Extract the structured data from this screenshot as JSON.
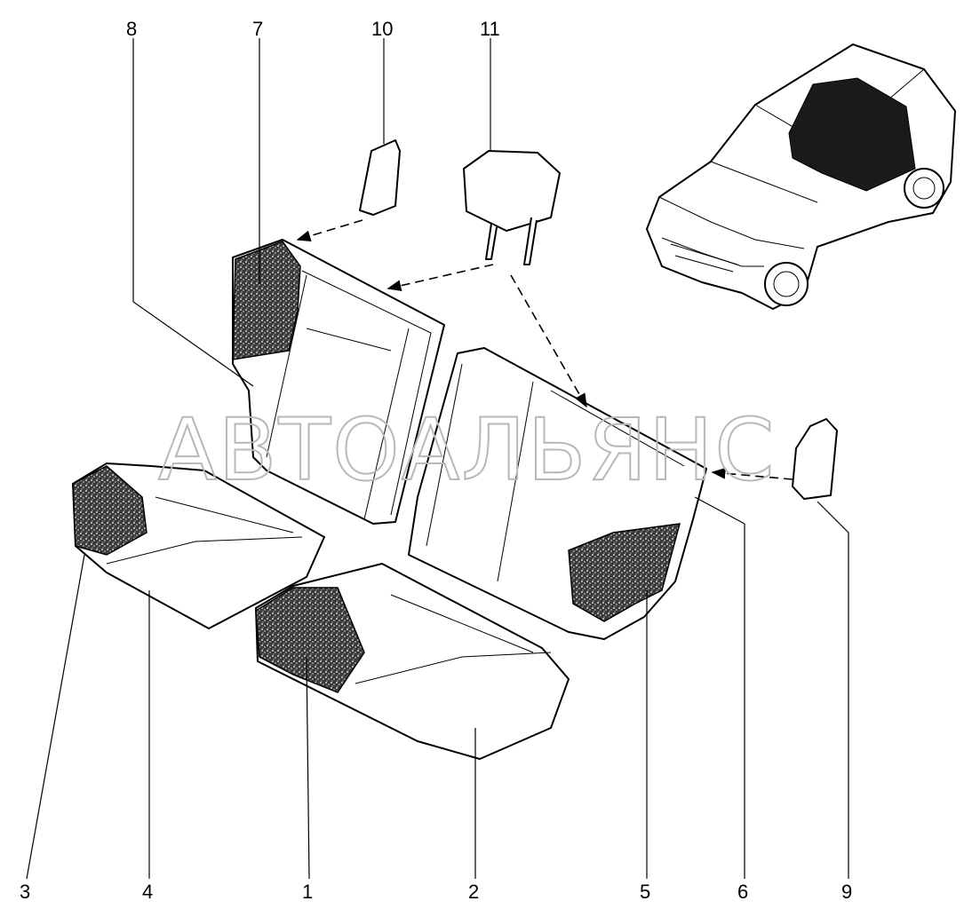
{
  "watermark": "АВТОАЛЬЯНС",
  "callouts": [
    "1",
    "2",
    "3",
    "4",
    "5",
    "6",
    "7",
    "8",
    "9",
    "10",
    "11"
  ]
}
